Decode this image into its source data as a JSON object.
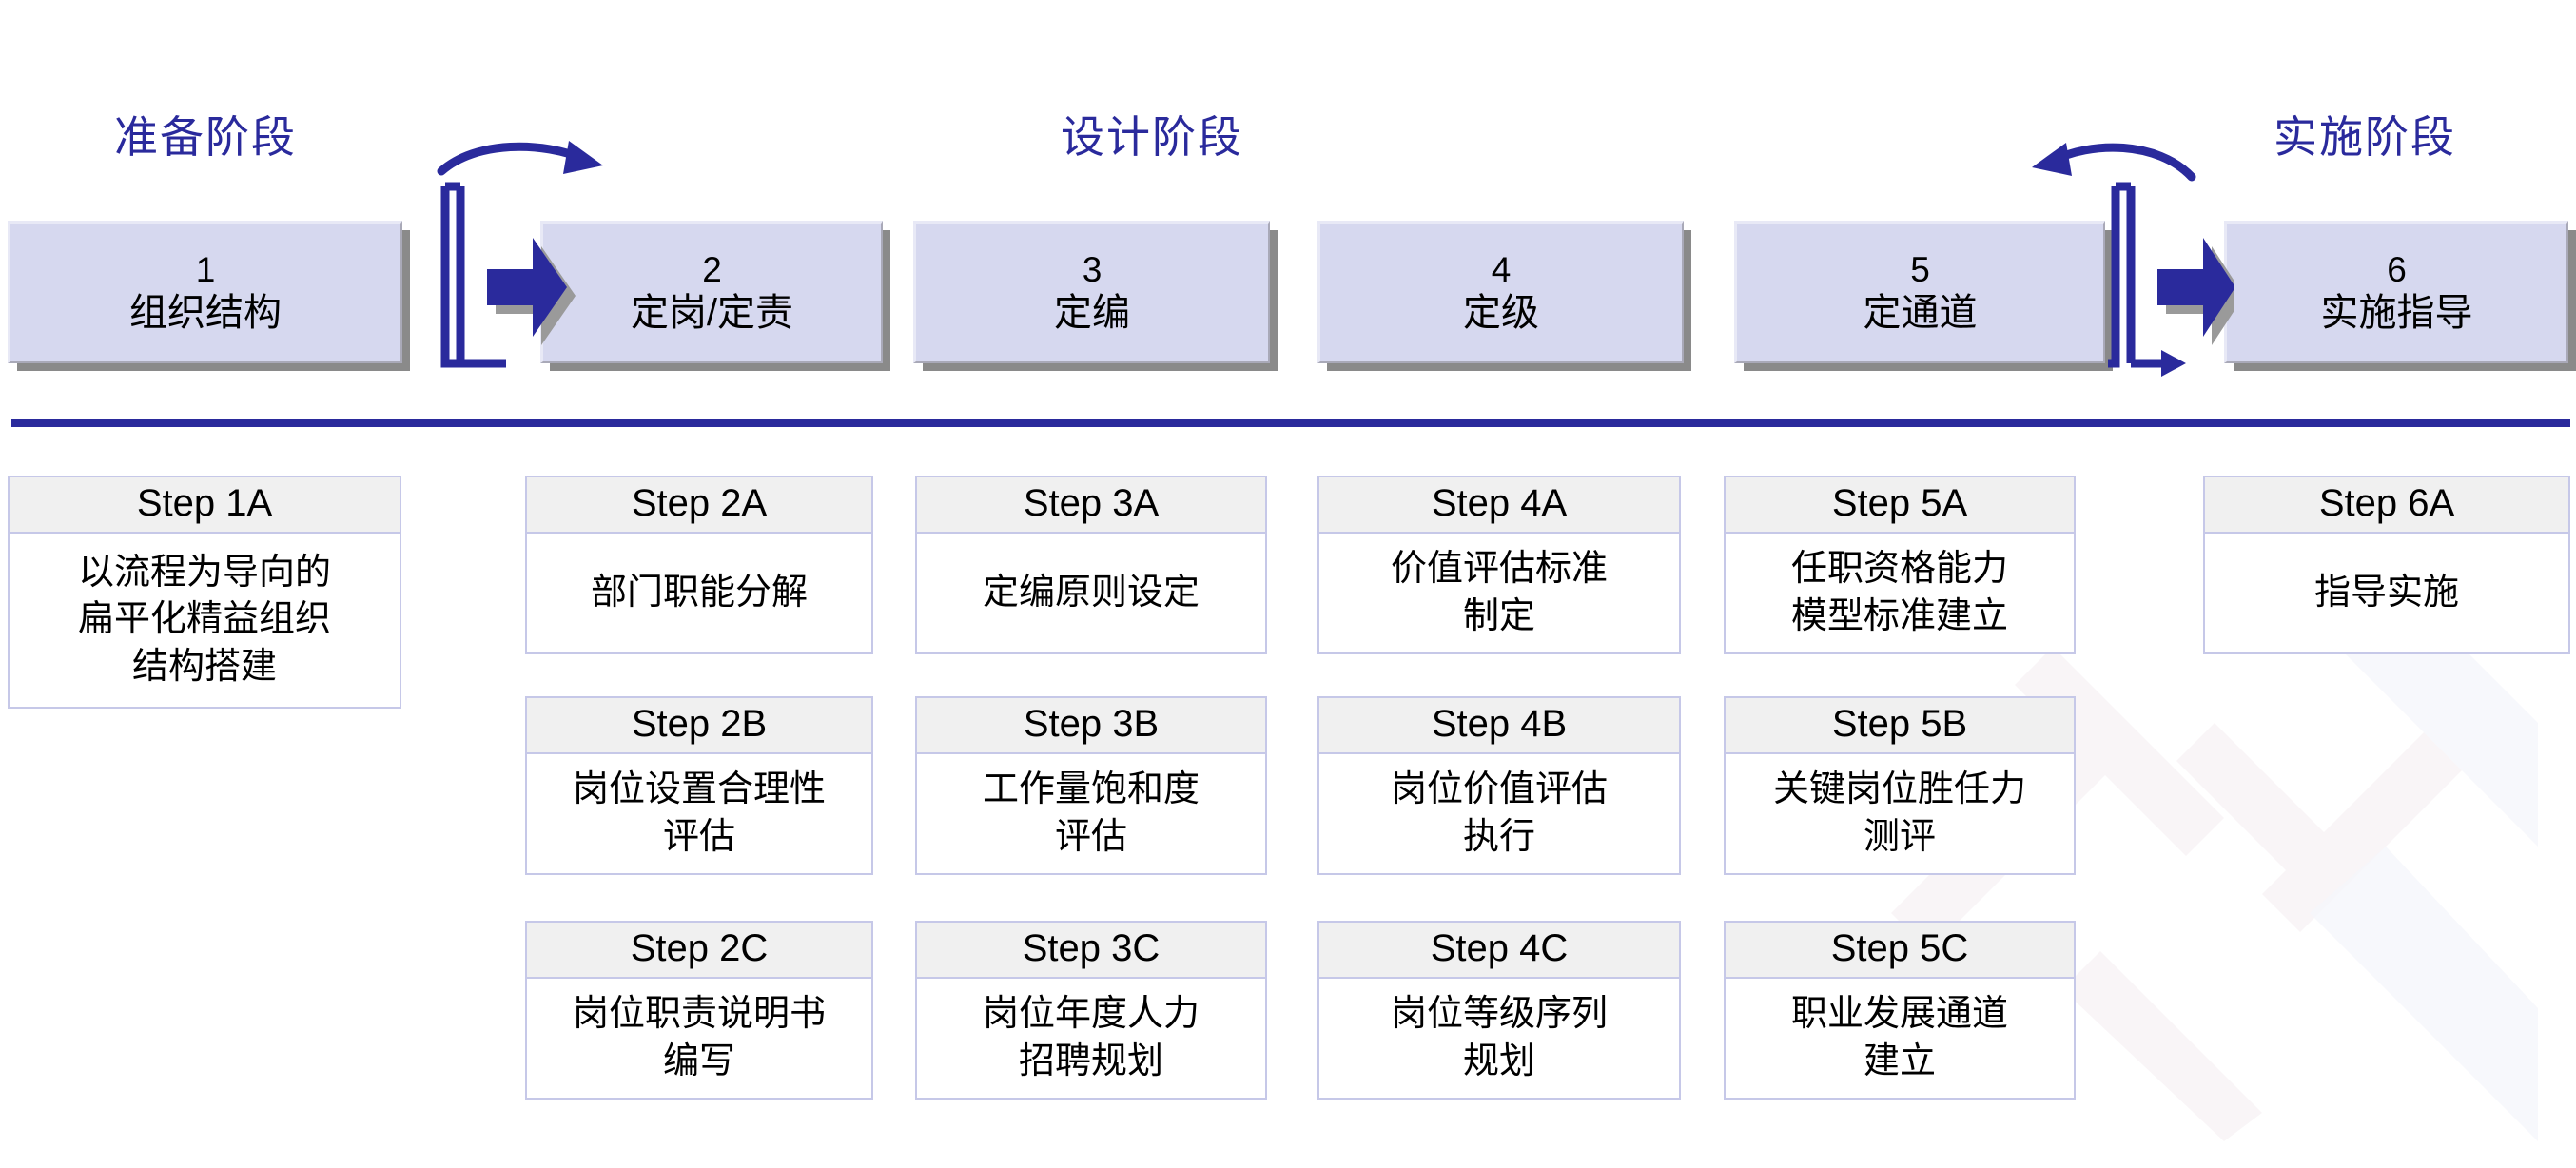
{
  "theme": {
    "accent_blue": "#2A2A9C",
    "phase_box_fill": "#D6D8EF",
    "card_border": "#C6C8E8",
    "card_header_fill": "#F0F0F0",
    "page_background": "#FFFFFF"
  },
  "stages": [
    {
      "label": "准备阶段"
    },
    {
      "label": "设计阶段"
    },
    {
      "label": "实施阶段"
    }
  ],
  "phases": [
    {
      "number": "1",
      "name": "组织结构"
    },
    {
      "number": "2",
      "name": "定岗/定责"
    },
    {
      "number": "3",
      "name": "定编"
    },
    {
      "number": "4",
      "name": "定级"
    },
    {
      "number": "5",
      "name": "定通道"
    },
    {
      "number": "6",
      "name": "实施指导"
    }
  ],
  "columns": [
    {
      "column": 1,
      "cards": [
        {
          "title": "Step 1A",
          "text": "以流程为导向的\n扁平化精益组织\n结构搭建"
        }
      ]
    },
    {
      "column": 2,
      "cards": [
        {
          "title": "Step 2A",
          "text": "部门职能分解"
        },
        {
          "title": "Step 2B",
          "text": "岗位设置合理性\n评估"
        },
        {
          "title": "Step 2C",
          "text": "岗位职责说明书\n编写"
        }
      ]
    },
    {
      "column": 3,
      "cards": [
        {
          "title": "Step 3A",
          "text": "定编原则设定"
        },
        {
          "title": "Step 3B",
          "text": "工作量饱和度\n评估"
        },
        {
          "title": "Step 3C",
          "text": "岗位年度人力\n招聘规划"
        }
      ]
    },
    {
      "column": 4,
      "cards": [
        {
          "title": "Step 4A",
          "text": "价值评估标准\n制定"
        },
        {
          "title": "Step 4B",
          "text": "岗位价值评估\n执行"
        },
        {
          "title": "Step 4C",
          "text": "岗位等级序列\n规划"
        }
      ]
    },
    {
      "column": 5,
      "cards": [
        {
          "title": "Step 5A",
          "text": "任职资格能力\n模型标准建立"
        },
        {
          "title": "Step 5B",
          "text": "关键岗位胜任力\n测评"
        },
        {
          "title": "Step 5C",
          "text": "职业发展通道\n建立"
        }
      ]
    },
    {
      "column": 6,
      "cards": [
        {
          "title": "Step 6A",
          "text": "指导实施"
        }
      ]
    }
  ],
  "dividers": [
    {
      "id": "left-divider",
      "curved_arrow_direction": "right",
      "block_arrow_direction": "right"
    },
    {
      "id": "right-divider",
      "curved_arrow_direction": "left",
      "block_arrow_direction": "right"
    }
  ]
}
